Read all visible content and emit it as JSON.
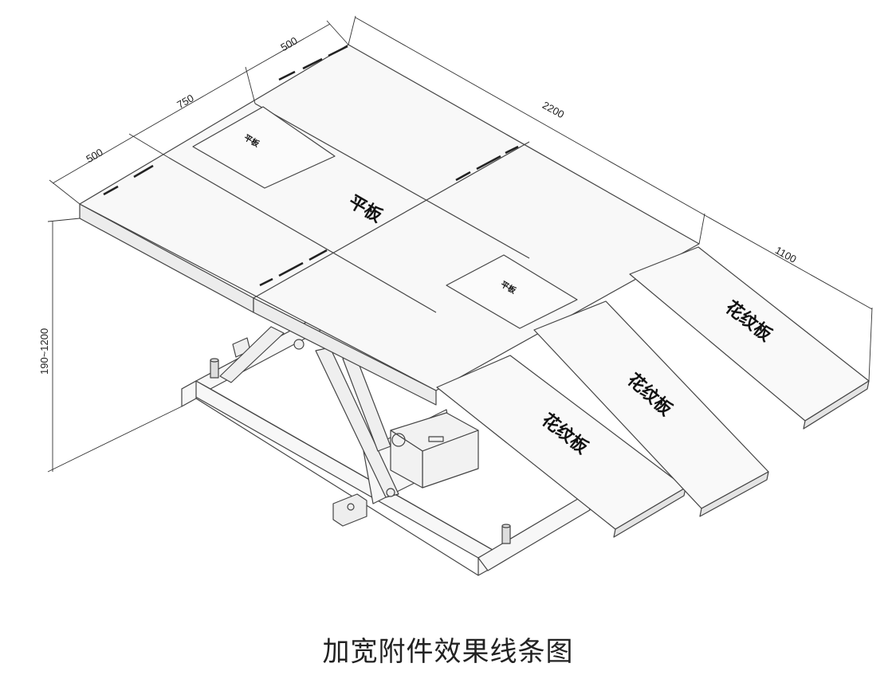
{
  "dimensions": {
    "side_500_a": "500",
    "side_750": "750",
    "side_500_b": "500",
    "length": "2200",
    "ramp_length": "1100",
    "height_range": "190~1200"
  },
  "labels": {
    "main_plate": "平板",
    "small_plate_1": "平板",
    "small_plate_2": "平板",
    "ramp_1": "花纹板",
    "ramp_2": "花纹板",
    "ramp_3": "花纹板"
  },
  "caption": "加宽附件效果线条图"
}
